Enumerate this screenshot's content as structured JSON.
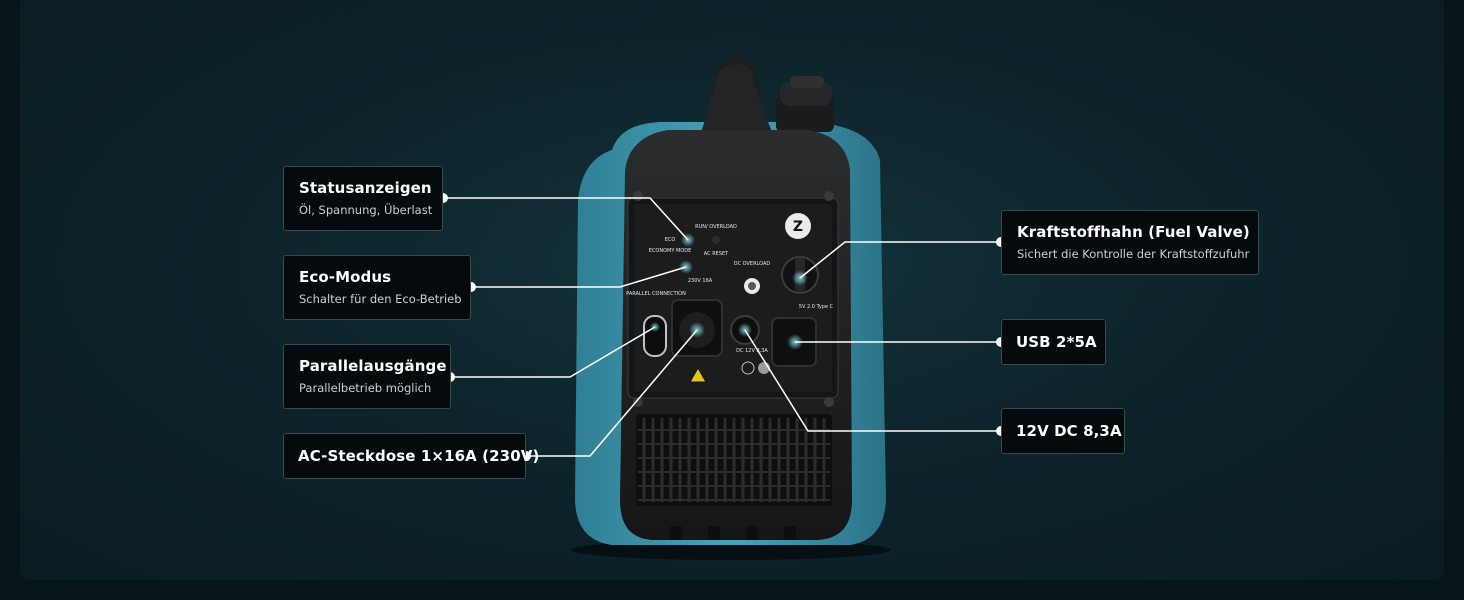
{
  "callouts": {
    "status": {
      "title": "Statusanzeigen",
      "subtitle": "Öl, Spannung, Überlast"
    },
    "eco": {
      "title": "Eco-Modus",
      "subtitle": "Schalter für den Eco-Betrieb"
    },
    "parallel": {
      "title": "Parallelausgänge",
      "subtitle": "Parallelbetrieb möglich"
    },
    "ac": {
      "title": "AC-Steckdose 1×16A (230V)"
    },
    "fuel": {
      "title": "Kraftstoffhahn (Fuel Valve)",
      "subtitle": "Sichert die Kontrolle der Kraftstoffzufuhr"
    },
    "usb": {
      "title": "USB 2*5A"
    },
    "dc": {
      "title": "12V DC 8,3A"
    }
  },
  "panel_labels": {
    "eco": "ECO",
    "run_overload": "RUN/ OVERLOAD",
    "ac_reset": "AC RESET",
    "economy_mode": "ECONOMY MODE",
    "rating": "230V  16A",
    "dc_overload": "DC OVERLOAD",
    "parallel_connection": "PARALLEL CONNECTION",
    "usb": "5V 2.0 Type C",
    "dc_out": "DC 12V 8,3A",
    "logo": "Z"
  },
  "colors": {
    "background": "#071519",
    "callout_bg": "#050b0d",
    "line": "#ffffff",
    "generator_body": "#3b8fa6",
    "accent_ring": "#6fd0d6"
  }
}
